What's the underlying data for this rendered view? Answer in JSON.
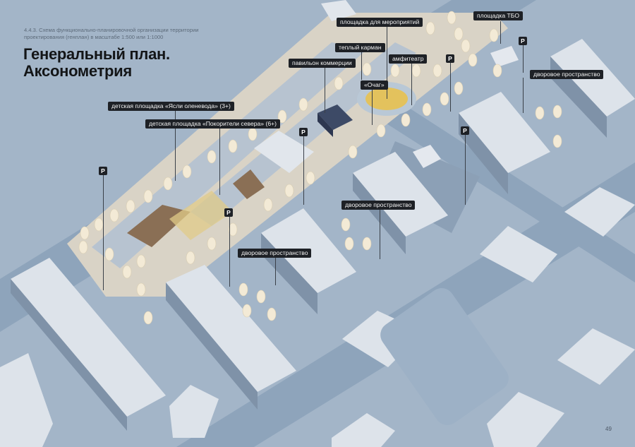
{
  "header": {
    "subtitle": "4.4.3. Схема функционально-планировочной организации территории проектирования (генплан) в масштабе 1:500 или 1:1000",
    "title_line1": "Генеральный план.",
    "title_line2": "Аксонометрия"
  },
  "labels": {
    "events_area": "площадка для мероприятий",
    "waste_area": "площадка ТБО",
    "warm_pocket": "теплый карман",
    "amphitheater": "амфитеатр",
    "commerce_pavilion": "павильон коммерции",
    "hearth": "«Очаг»",
    "courtyard_ne": "дворовое пространство",
    "playground_reindeer": "детская площадка  «Ясли оленевода» (3+)",
    "playground_north": "детская площадка  «Покорители севера» (6+)",
    "courtyard_center": "дворовое пространство",
    "courtyard_sw": "дворовое пространство"
  },
  "parking": {
    "symbol": "P",
    "markers": [
      "P",
      "P",
      "P",
      "P",
      "P",
      "P"
    ]
  },
  "footer": {
    "page_number": "49"
  },
  "colors": {
    "background": "#a3b5c8",
    "road": "#8ea3ba",
    "roof_light": "#dde3ea",
    "roof_shade": "#c3ccd7",
    "facade": "#7f92a8",
    "paving": "#d6d0c2",
    "tree": "#f3ead6",
    "plaza_yellow": "#e3c25d",
    "playground_brown": "#8a6f55",
    "label_bg": "#1e2126",
    "label_text": "#f2f2f2"
  }
}
